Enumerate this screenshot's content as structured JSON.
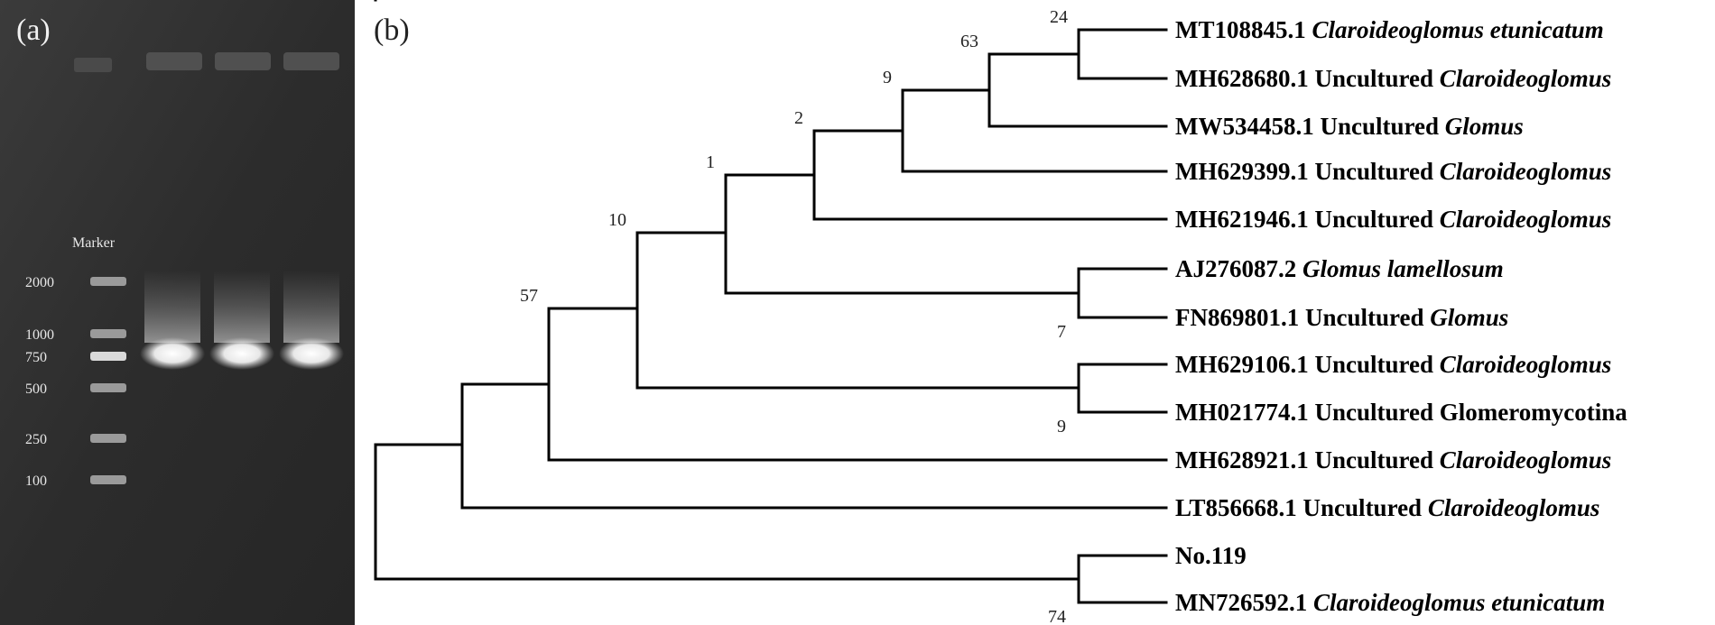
{
  "panels": {
    "a_label": "(a)",
    "b_label": "(b)"
  },
  "gel": {
    "marker_title": "Marker",
    "marker_sizes": [
      "2000",
      "1000",
      "750",
      "500",
      "250",
      "100"
    ],
    "sample_lane_count": 3
  },
  "tree": {
    "leaves": [
      {
        "id": "MT108845.1",
        "prefix": "",
        "plain": "",
        "italic": "Claroideoglomus etunicatum"
      },
      {
        "id": "MH628680.1",
        "prefix": "",
        "plain": "Uncultured",
        "italic": "Claroideoglomus"
      },
      {
        "id": "MW534458.1",
        "prefix": "",
        "plain": "Uncultured",
        "italic": "Glomus"
      },
      {
        "id": "MH629399.1",
        "prefix": "",
        "plain": "Uncultured",
        "italic": "Claroideoglomus"
      },
      {
        "id": "MH621946.1",
        "prefix": "",
        "plain": "Uncultured",
        "italic": "Claroideoglomus"
      },
      {
        "id": "AJ276087.2",
        "prefix": "",
        "plain": "",
        "italic": "Glomus lamellosum"
      },
      {
        "id": "FN869801.1",
        "prefix": "",
        "plain": "Uncultured",
        "italic": "Glomus"
      },
      {
        "id": "MH629106.1",
        "prefix": "",
        "plain": "Uncultured",
        "italic": "Claroideoglomus"
      },
      {
        "id": "MH021774.1",
        "prefix": "",
        "plain": "Uncultured Glomeromycotina",
        "italic": ""
      },
      {
        "id": "MH628921.1",
        "prefix": "",
        "plain": "Uncultured",
        "italic": "Claroideoglomus"
      },
      {
        "id": "LT856668.1",
        "prefix": "",
        "plain": "Uncultured",
        "italic": "Claroideoglomus"
      },
      {
        "id": "No.119",
        "prefix": "",
        "plain": "",
        "italic": ""
      },
      {
        "id": "MN726592.1",
        "prefix": "",
        "plain": "",
        "italic": "Claroideoglomus etunicatum"
      }
    ],
    "bootstrap": [
      "24",
      "63",
      "9",
      "2",
      "1",
      "10",
      "57",
      "7",
      "9",
      "74"
    ]
  }
}
